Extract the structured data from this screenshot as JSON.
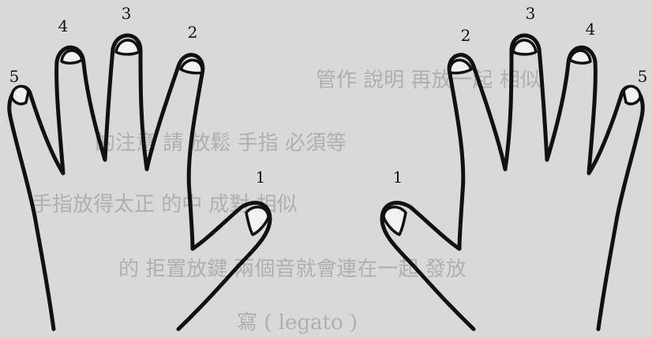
{
  "colors": {
    "paper": "#d9d9d9",
    "ink": "#111111",
    "bleed_through": "#8e8e8e"
  },
  "left_hand": {
    "finger_labels": [
      "5",
      "4",
      "3",
      "2",
      "1"
    ]
  },
  "right_hand": {
    "finger_labels": [
      "1",
      "2",
      "3",
      "4",
      "5"
    ]
  },
  "bleed_through_text": {
    "line1": "管作 說明 再放一起 相似",
    "line2": "的注意 請 放鬆 手指 必須等",
    "line3": "手指放得太正 的中 成對 相似",
    "line4": "的 拒置放鍵 兩個音就會連在一起 發放",
    "line5": "寫  ( legato )"
  }
}
